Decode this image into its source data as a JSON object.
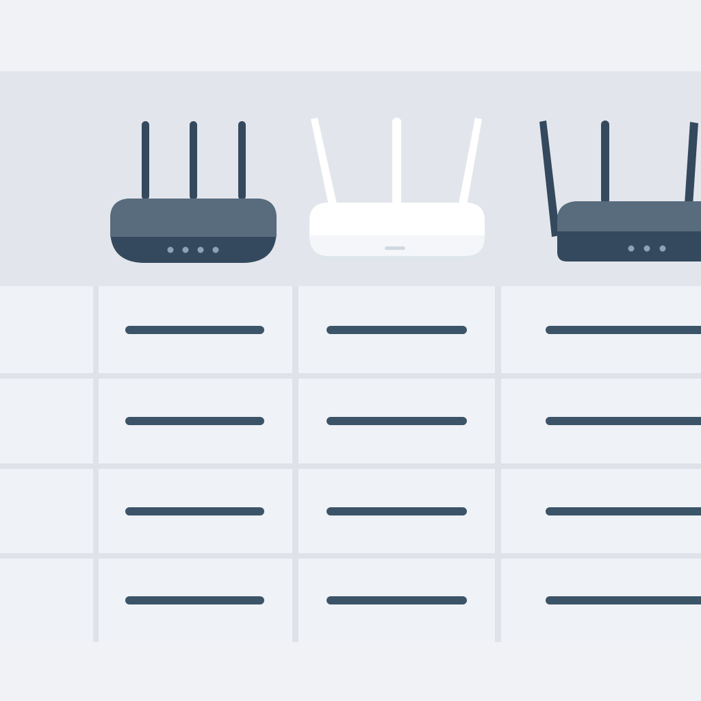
{
  "colors": {
    "page_bg": "#f0f2f5",
    "header_band_bg": "#e2e6ec",
    "grid_line": "#dfe3e9",
    "cell_bg": "#eff2f6",
    "placeholder_line": "#3c5468",
    "router_dark_top": "#586c7e",
    "router_dark_base": "#34495d",
    "router_white_top": "#ffffff",
    "router_white_base": "#dfe5ec",
    "led": "#8ea2b4"
  },
  "products": [
    {
      "icon": "router-dark-three-antenna-icon",
      "variant": "dark"
    },
    {
      "icon": "router-white-three-antenna-icon",
      "variant": "white"
    },
    {
      "icon": "router-dark-angled-antenna-icon",
      "variant": "dark"
    }
  ],
  "rows": [
    {
      "cells": [
        "placeholder",
        "placeholder",
        "placeholder"
      ]
    },
    {
      "cells": [
        "placeholder",
        "placeholder",
        "placeholder"
      ]
    },
    {
      "cells": [
        "placeholder",
        "placeholder",
        "placeholder"
      ]
    },
    {
      "cells": [
        "placeholder",
        "placeholder",
        "placeholder"
      ]
    }
  ]
}
